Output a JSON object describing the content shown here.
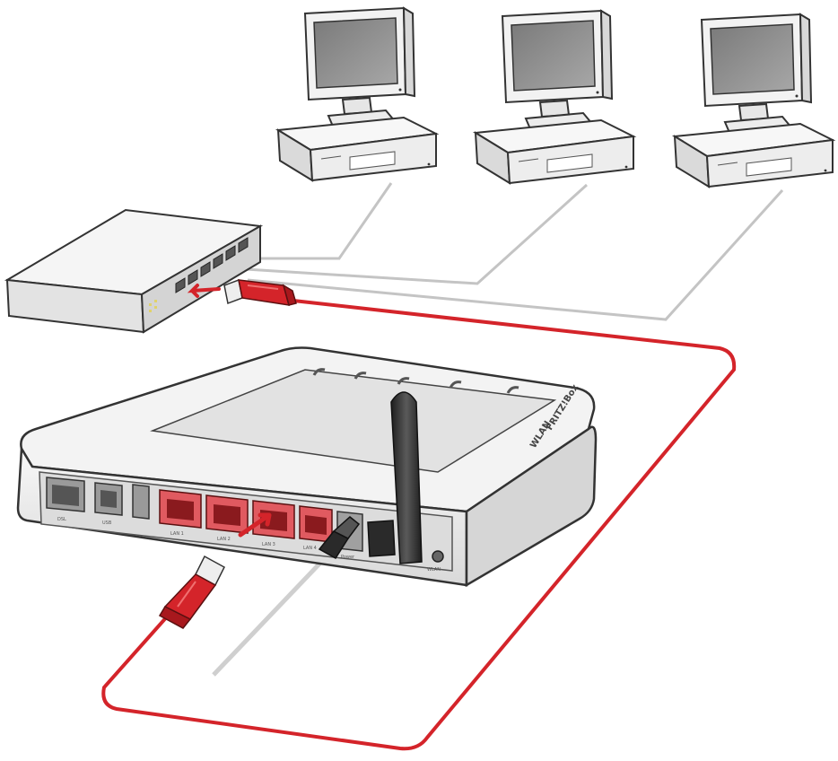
{
  "router": {
    "brand": "FRITZ!Box",
    "model": "WLAN",
    "ports": [
      "DSL",
      "USB",
      "LAN 1",
      "LAN 2",
      "LAN 3",
      "LAN 4"
    ],
    "power_label": "Power",
    "wlan_label": "WLAN"
  },
  "colors": {
    "cable_red": "#d4242a",
    "cable_gray": "#bfbfbf",
    "device_body": "#f2f2f2",
    "outline": "#333333",
    "screen": "#8c8c8c"
  },
  "icons": [
    "computer-icon",
    "network-switch-icon",
    "router-icon",
    "ethernet-plug-icon",
    "antenna-icon"
  ]
}
